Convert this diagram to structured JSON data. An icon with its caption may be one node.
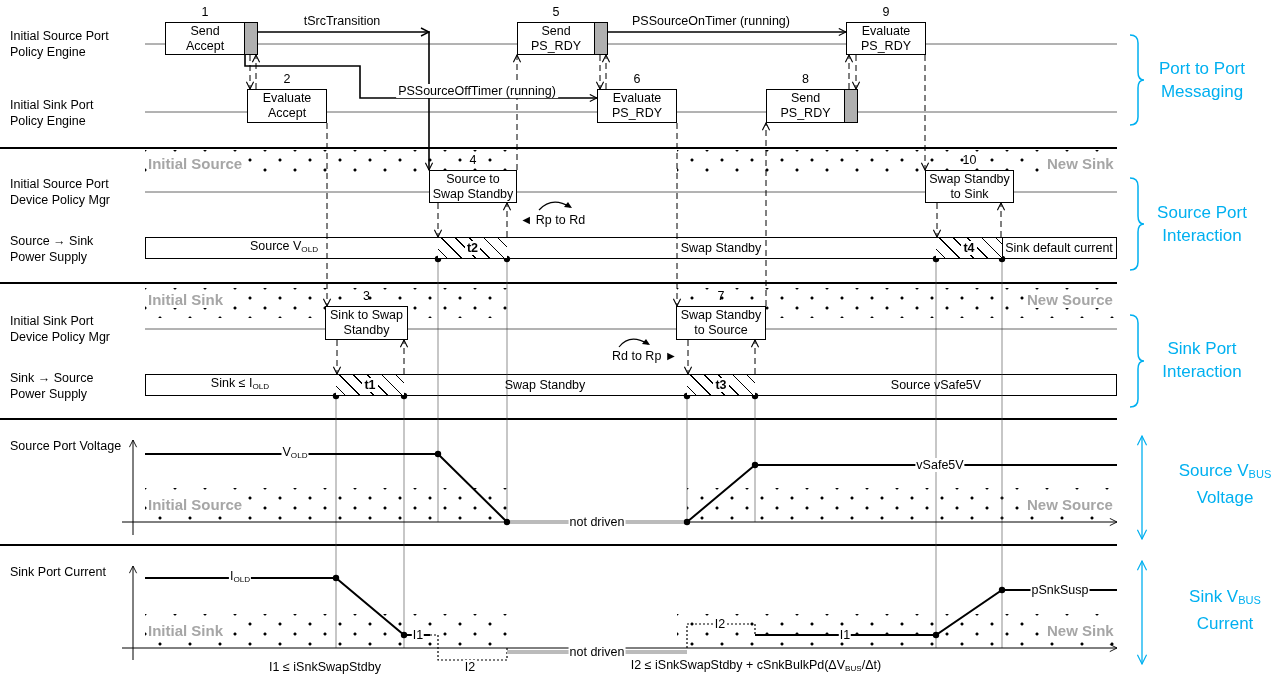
{
  "diagram": {
    "nodes": [
      {
        "text": [
          "Send Accept"
        ],
        "beside": [
          "1"
        ]
      },
      {
        "text": [
          "Send PS_RDY"
        ],
        "beside": [
          "5"
        ]
      },
      {
        "text": [
          "Evaluate PS_RDY"
        ],
        "beside": [
          "9"
        ]
      },
      {
        "text": [
          "Evaluate Accept"
        ],
        "beside": [
          "2"
        ]
      },
      {
        "text": [
          "Evaluate PS_RDY"
        ],
        "beside": [
          "6"
        ]
      },
      {
        "text": [
          "Send PS_RDY"
        ],
        "beside": [
          "8"
        ]
      },
      {
        "text": [
          "Source to Swap Standby"
        ],
        "beside": [
          "4"
        ]
      },
      {
        "text": [
          "Swap Standby to Sink"
        ],
        "beside": [
          "10"
        ]
      },
      {
        "text": [
          "t2"
        ]
      },
      {
        "text": [
          "t4"
        ]
      },
      {
        "text": [
          "Sink to Swap Standby"
        ],
        "beside": [
          "3"
        ]
      },
      {
        "text": [
          "Swap Standby to Source"
        ],
        "beside": [
          "7"
        ]
      },
      {
        "text": [
          "t1"
        ]
      },
      {
        "text": [
          "t3"
        ]
      }
    ],
    "edges": [
      {
        "from": 0,
        "to": 3,
        "arrow": "to",
        "style": "dashed"
      },
      {
        "from": 3,
        "to": 0,
        "arrow": "to",
        "style": "dashed"
      },
      {
        "from": 0,
        "to": 6,
        "arrow": "to",
        "label": "tSrcTransition"
      },
      {
        "from": 0,
        "to": 4,
        "arrow": "to",
        "label": "PSSourceOffTimer (running)"
      },
      {
        "from": 3,
        "to": 10,
        "arrow": "to",
        "style": "dashed"
      },
      {
        "from": 6,
        "to": 1,
        "arrow": "to",
        "style": "dashed"
      },
      {
        "from": 6,
        "to": 8,
        "arrow": "to",
        "style": "dashed"
      },
      {
        "from": 8,
        "to": 6,
        "arrow": "to",
        "style": "dashed"
      },
      {
        "from": 10,
        "to": 12,
        "arrow": "to",
        "style": "dashed"
      },
      {
        "from": 12,
        "to": 10,
        "arrow": "to",
        "style": "dashed"
      },
      {
        "from": 1,
        "to": 4,
        "arrow": "to",
        "style": "dashed"
      },
      {
        "from": 4,
        "to": 1,
        "arrow": "to",
        "style": "dashed"
      },
      {
        "from": 1,
        "to": 2,
        "arrow": "to",
        "label": "PSSourceOnTimer (running)"
      },
      {
        "from": 4,
        "to": 11,
        "arrow": "to",
        "style": "dashed"
      },
      {
        "from": 11,
        "to": 5,
        "arrow": "to",
        "style": "dashed"
      },
      {
        "from": 11,
        "to": 13,
        "arrow": "to",
        "style": "dashed"
      },
      {
        "from": 13,
        "to": 11,
        "arrow": "to",
        "style": "dashed"
      },
      {
        "from": 5,
        "to": 2,
        "arrow": "to",
        "style": "dashed"
      },
      {
        "from": 2,
        "to": 5,
        "arrow": "to",
        "style": "dashed"
      },
      {
        "from": 2,
        "to": 7,
        "arrow": "to",
        "style": "dashed"
      },
      {
        "from": 7,
        "to": 9,
        "arrow": "to",
        "style": "dashed"
      },
      {
        "from": 9,
        "to": 7,
        "arrow": "to",
        "style": "dashed"
      }
    ],
    "labels": [
      "Initial Source Port Policy Engine",
      "Port to Port Messaging",
      "Initial Sink Port Policy Engine",
      "Initial Source",
      "New Sink",
      "Initial Source Port Device Policy Mgr",
      "Source Port Interaction",
      "◄ Rp to Rd",
      "Source → Sink Power Supply",
      "Source V$_{OLD}$",
      "Swap Standby",
      "Sink default current",
      "Initial Sink",
      "New Source",
      "Initial Sink Port Device Policy Mgr",
      "Sink Port Interaction",
      "Rd to Rp ►",
      "Sink → Source Power Supply",
      "Sink ≤ I$_{OLD}$",
      "Swap Standby",
      "Source vSafe5V",
      "Source Port Voltage",
      "V$_{OLD}$",
      "vSafe5V",
      "Source V$_{BUS}$ Voltage",
      "Initial Source",
      "New Source",
      "not driven",
      "Sink Port Current",
      "I$_{OLD}$",
      "pSnkSusp",
      "Sink V$_{BUS}$ Current",
      "Initial Sink",
      "I1",
      "I2",
      "I1",
      "New Sink",
      "not driven",
      "I1 ≤ iSnkSwapStdby",
      "I2",
      "I2 ≤ iSnkSwapStdby + cSnkBulkPd(ΔV$_{BUS}$/Δt)"
    ]
  }
}
